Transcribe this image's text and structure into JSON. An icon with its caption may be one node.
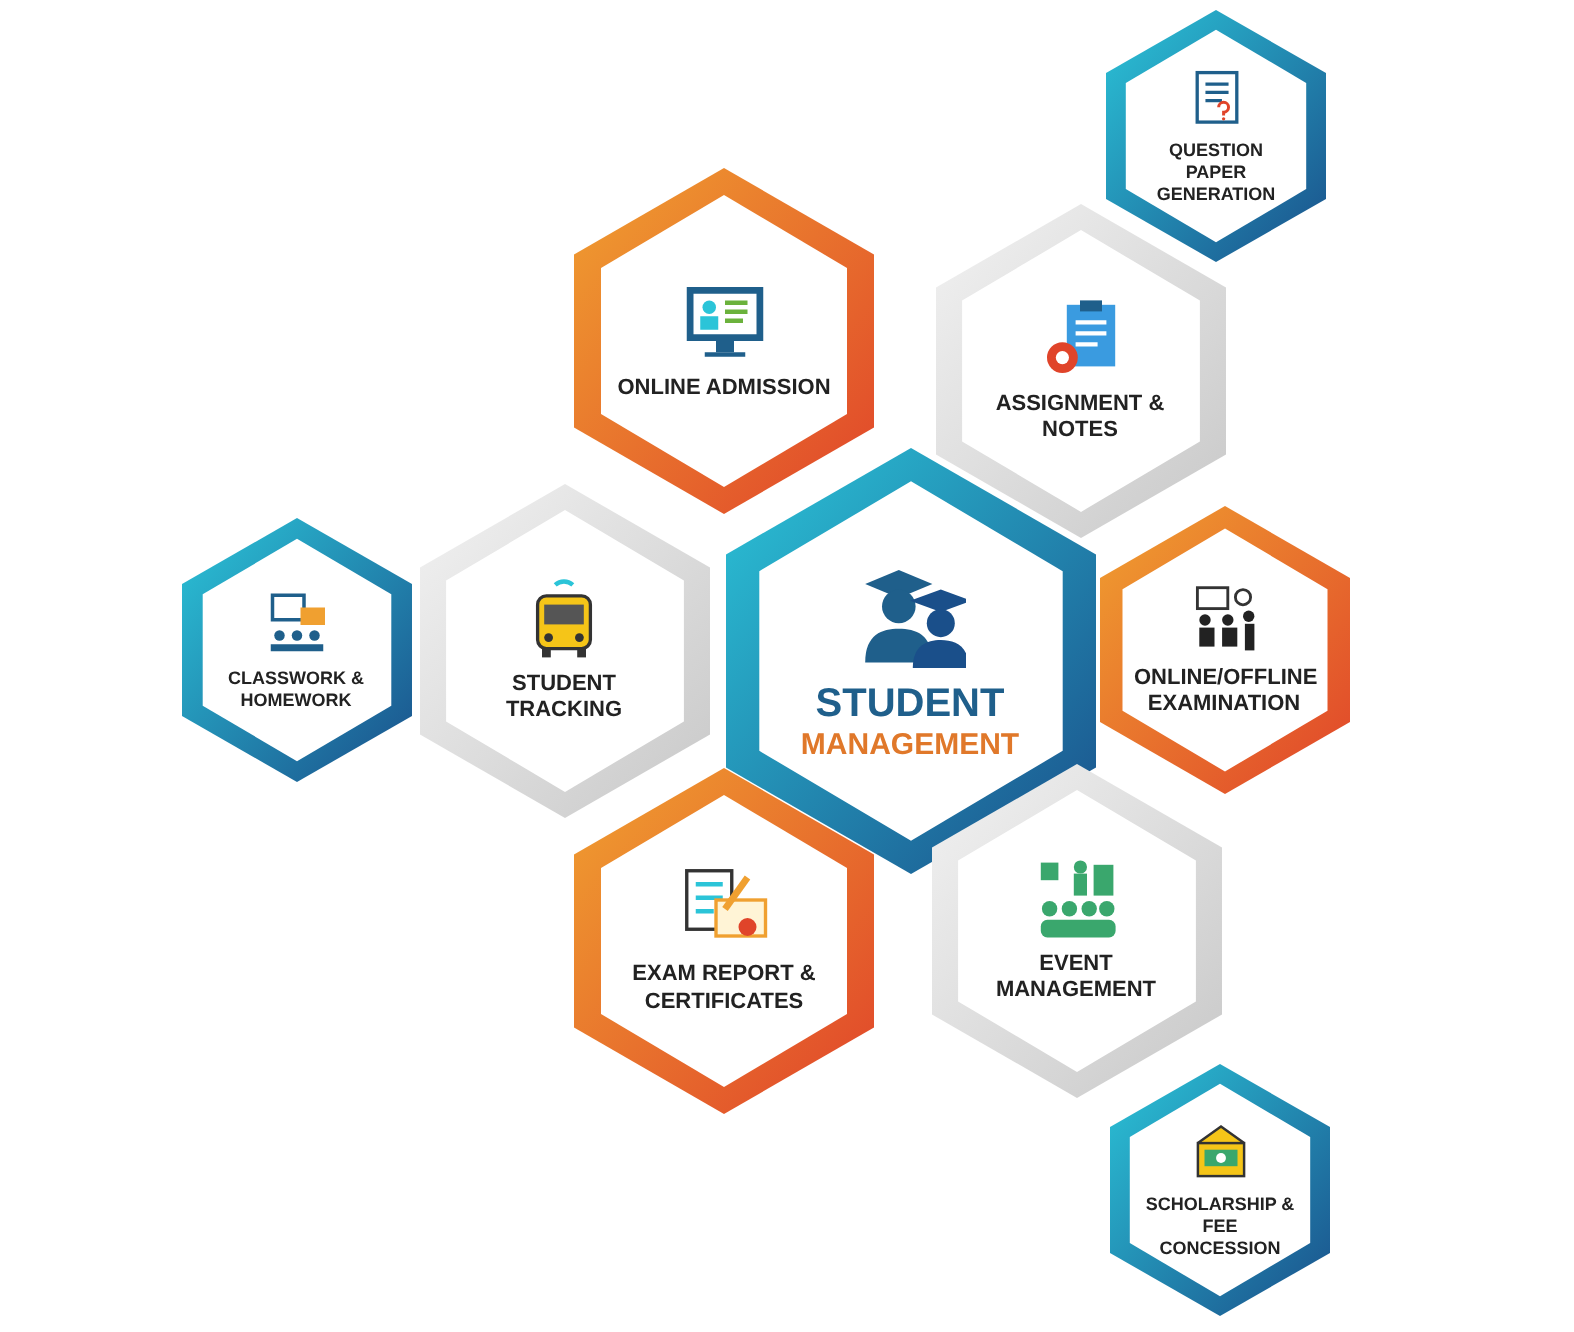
{
  "diagram": {
    "nodes": [
      {
        "text": [
          "QUESTION PAPER GENERATION"
        ]
      },
      {
        "text": [
          "ONLINE ADMISSION"
        ]
      },
      {
        "text": [
          "ASSIGNMENT & NOTES"
        ]
      },
      {
        "text": [
          "CLASSWORK & HOMEWORK"
        ]
      },
      {
        "text": [
          "STUDENT TRACKING"
        ]
      },
      {
        "text": [
          "STUDENT",
          "MANAGEMENT"
        ]
      },
      {
        "text": [
          "ONLINE/OFFLINE EXAMINATION"
        ]
      },
      {
        "text": [
          "EXAM REPORT & CERTIFICATES"
        ]
      },
      {
        "text": [
          "EVENT MANAGEMENT"
        ]
      },
      {
        "text": [
          "SCHOLARSHIP & FEE CONCESSION"
        ]
      }
    ],
    "edges": []
  }
}
